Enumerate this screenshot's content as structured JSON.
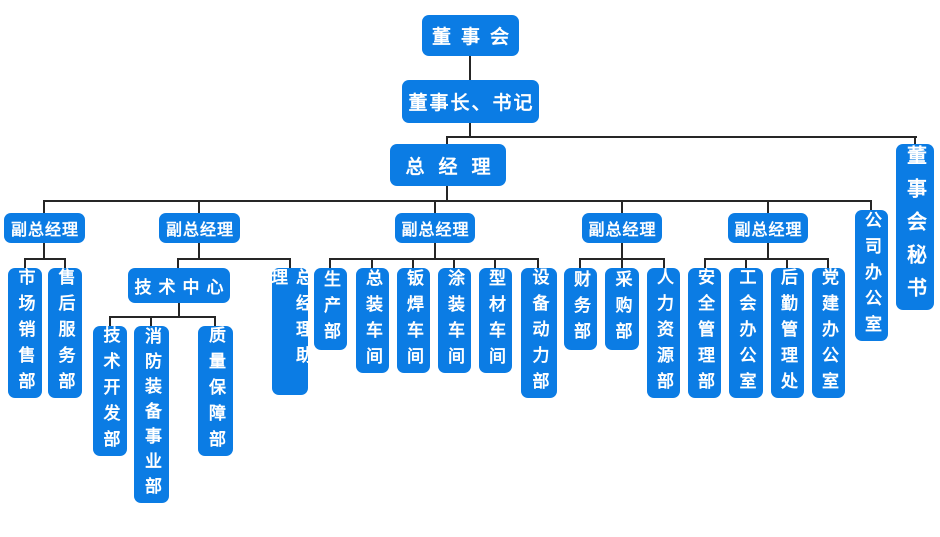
{
  "chart_title": "",
  "colors": {
    "node_fill": "#0b7ce4",
    "node_text": "#ffffff",
    "connector": "#262626",
    "background": "#ffffff"
  },
  "nodes": {
    "board": "董事会",
    "chairman_secretary": "董事长、书记",
    "general_manager": "总经理",
    "board_secretary": "董事会秘书",
    "deputy_gm_1": "副总经理",
    "deputy_gm_2": "副总经理",
    "deputy_gm_3": "副总经理",
    "deputy_gm_4": "副总经理",
    "deputy_gm_5": "副总经理",
    "company_office": "公司办公室",
    "marketing_sales_dept": "市场销售部",
    "after_sales_service_dept": "售后服务部",
    "tech_center": "技术中心",
    "gm_assistant": "总经理助理",
    "tech_development_dept": "技术开发部",
    "fire_equipment_division": "消防装备事业部",
    "quality_assurance_dept": "质量保障部",
    "production_dept": "生产部",
    "final_assembly_workshop": "总装车间",
    "sheet_welding_workshop": "钣焊车间",
    "painting_workshop": "涂装车间",
    "profile_workshop": "型材车间",
    "equipment_power_dept": "设备动力部",
    "finance_dept": "财务部",
    "purchasing_dept": "采购部",
    "hr_dept": "人力资源部",
    "safety_management_dept": "安全管理部",
    "union_office": "工会办公室",
    "logistics_management_office": "后勤管理处",
    "party_building_office": "党建办公室"
  },
  "edges": [
    [
      "board",
      "chairman_secretary"
    ],
    [
      "chairman_secretary",
      "general_manager"
    ],
    [
      "chairman_secretary",
      "board_secretary"
    ],
    [
      "general_manager",
      "deputy_gm_1"
    ],
    [
      "general_manager",
      "deputy_gm_2"
    ],
    [
      "general_manager",
      "deputy_gm_3"
    ],
    [
      "general_manager",
      "deputy_gm_4"
    ],
    [
      "general_manager",
      "deputy_gm_5"
    ],
    [
      "general_manager",
      "company_office"
    ],
    [
      "deputy_gm_1",
      "marketing_sales_dept"
    ],
    [
      "deputy_gm_1",
      "after_sales_service_dept"
    ],
    [
      "deputy_gm_2",
      "tech_center"
    ],
    [
      "deputy_gm_2",
      "gm_assistant"
    ],
    [
      "tech_center",
      "tech_development_dept"
    ],
    [
      "tech_center",
      "fire_equipment_division"
    ],
    [
      "tech_center",
      "quality_assurance_dept"
    ],
    [
      "deputy_gm_3",
      "production_dept"
    ],
    [
      "deputy_gm_3",
      "final_assembly_workshop"
    ],
    [
      "deputy_gm_3",
      "sheet_welding_workshop"
    ],
    [
      "deputy_gm_3",
      "painting_workshop"
    ],
    [
      "deputy_gm_3",
      "profile_workshop"
    ],
    [
      "deputy_gm_3",
      "equipment_power_dept"
    ],
    [
      "deputy_gm_4",
      "finance_dept"
    ],
    [
      "deputy_gm_4",
      "purchasing_dept"
    ],
    [
      "deputy_gm_4",
      "hr_dept"
    ],
    [
      "deputy_gm_5",
      "safety_management_dept"
    ],
    [
      "deputy_gm_5",
      "union_office"
    ],
    [
      "deputy_gm_5",
      "logistics_management_office"
    ],
    [
      "deputy_gm_5",
      "party_building_office"
    ]
  ]
}
